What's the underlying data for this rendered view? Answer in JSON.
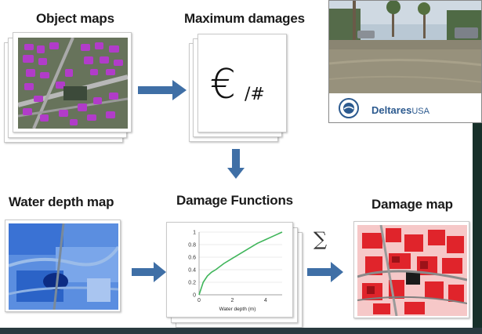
{
  "titles": {
    "object_maps": "Object maps",
    "maximum_damages": "Maximum damages",
    "water_depth_map": "Water depth map",
    "damage_functions": "Damage Functions",
    "damage_map": "Damage map"
  },
  "max_damage_symbol": {
    "currency": "€",
    "per_unit": "/#"
  },
  "sum_symbol": "∑",
  "brand": {
    "name": "Deltares",
    "suffix": "USA"
  },
  "colors": {
    "arrow": "#3f6fa6",
    "object_highlight": "#b13cc9",
    "depth_blue": "#2b63c7",
    "damage_red": "#e0242b",
    "curve_green": "#3fb55a"
  },
  "chart_data": {
    "type": "line",
    "xlabel": "Water depth (m)",
    "ylabel": "",
    "title": "",
    "xlim": [
      0,
      5
    ],
    "ylim": [
      0,
      1
    ],
    "x_ticks": [
      "0",
      "2",
      "4"
    ],
    "x_tick_values": [
      0,
      2,
      4
    ],
    "y_ticks": [
      "0",
      "0.2",
      "0.4",
      "0.6",
      "0.8",
      "1"
    ],
    "y_tick_values": [
      0,
      0.2,
      0.4,
      0.6,
      0.8,
      1
    ],
    "grid": true,
    "series": [
      {
        "color": "#3fb55a",
        "x": [
          0,
          0.25,
          0.5,
          0.75,
          1,
          1.5,
          2,
          2.5,
          3,
          3.5,
          4,
          4.5,
          5
        ],
        "y": [
          0,
          0.2,
          0.3,
          0.36,
          0.4,
          0.5,
          0.58,
          0.66,
          0.74,
          0.82,
          0.88,
          0.94,
          1.0
        ]
      }
    ]
  }
}
